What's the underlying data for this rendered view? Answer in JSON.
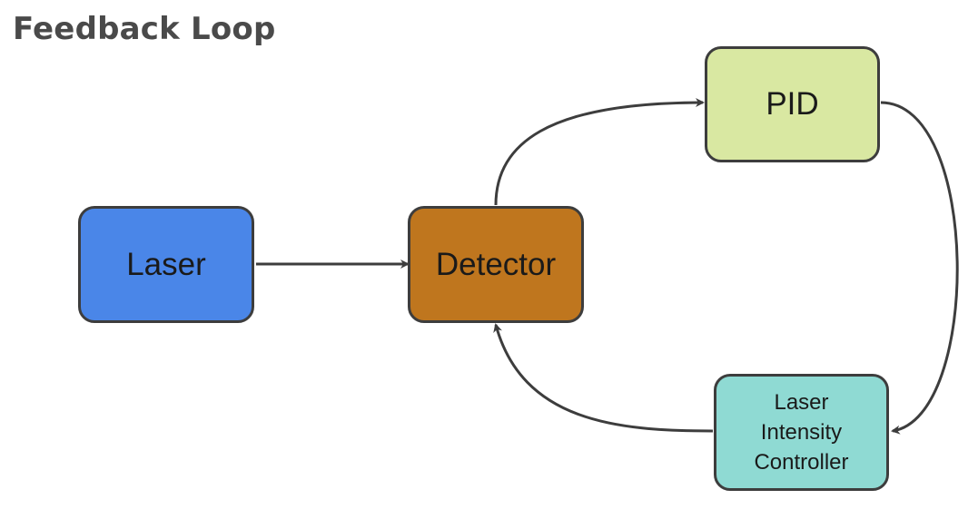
{
  "title": "Feedback Loop",
  "colors": {
    "laser": "#4a86e8",
    "detector": "#bf761e",
    "pid": "#d9e8a2",
    "laser_intensity_controller": "#8fdad3",
    "border": "#3d3d3d",
    "edge": "#3d3d3d"
  },
  "nodes": {
    "laser": {
      "label": "Laser"
    },
    "detector": {
      "label": "Detector"
    },
    "pid": {
      "label": "PID"
    },
    "laser_intensity_controller": {
      "lines": [
        "Laser",
        "Intensity",
        "Controller"
      ]
    }
  },
  "edges": [
    {
      "from": "Laser",
      "to": "Detector"
    },
    {
      "from": "Detector",
      "to": "PID"
    },
    {
      "from": "PID",
      "to": "Laser Intensity Controller"
    },
    {
      "from": "Laser Intensity Controller",
      "to": "Detector"
    }
  ]
}
